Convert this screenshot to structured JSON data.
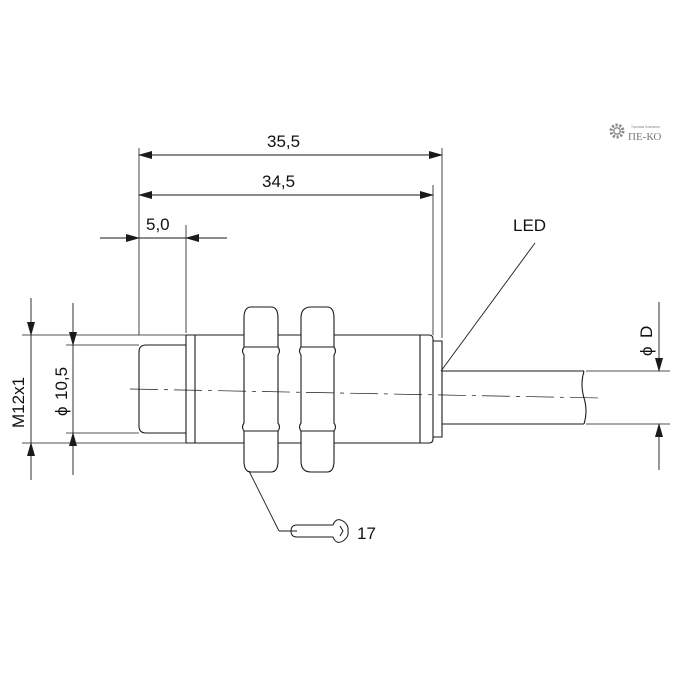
{
  "logo": {
    "text": "ПЕ-КО",
    "tagline": "Торговая Компания",
    "icon": "gear-icon"
  },
  "dimensions": {
    "overall_length": "35,5",
    "body_length": "34,5",
    "sensing_face_length": "5,0",
    "thread": "M12x1",
    "face_diameter": "10,5",
    "cable_diameter": "D",
    "wrench_size": "17",
    "diameter_symbol": "ϕ"
  },
  "labels": {
    "led": "LED"
  },
  "icons": {
    "wrench": "wrench-icon",
    "diameter": "diameter-symbol-icon"
  },
  "colors": {
    "line": "#1a1a1a",
    "text": "#111111",
    "logo": "#7a7a7a",
    "background": "#ffffff"
  }
}
